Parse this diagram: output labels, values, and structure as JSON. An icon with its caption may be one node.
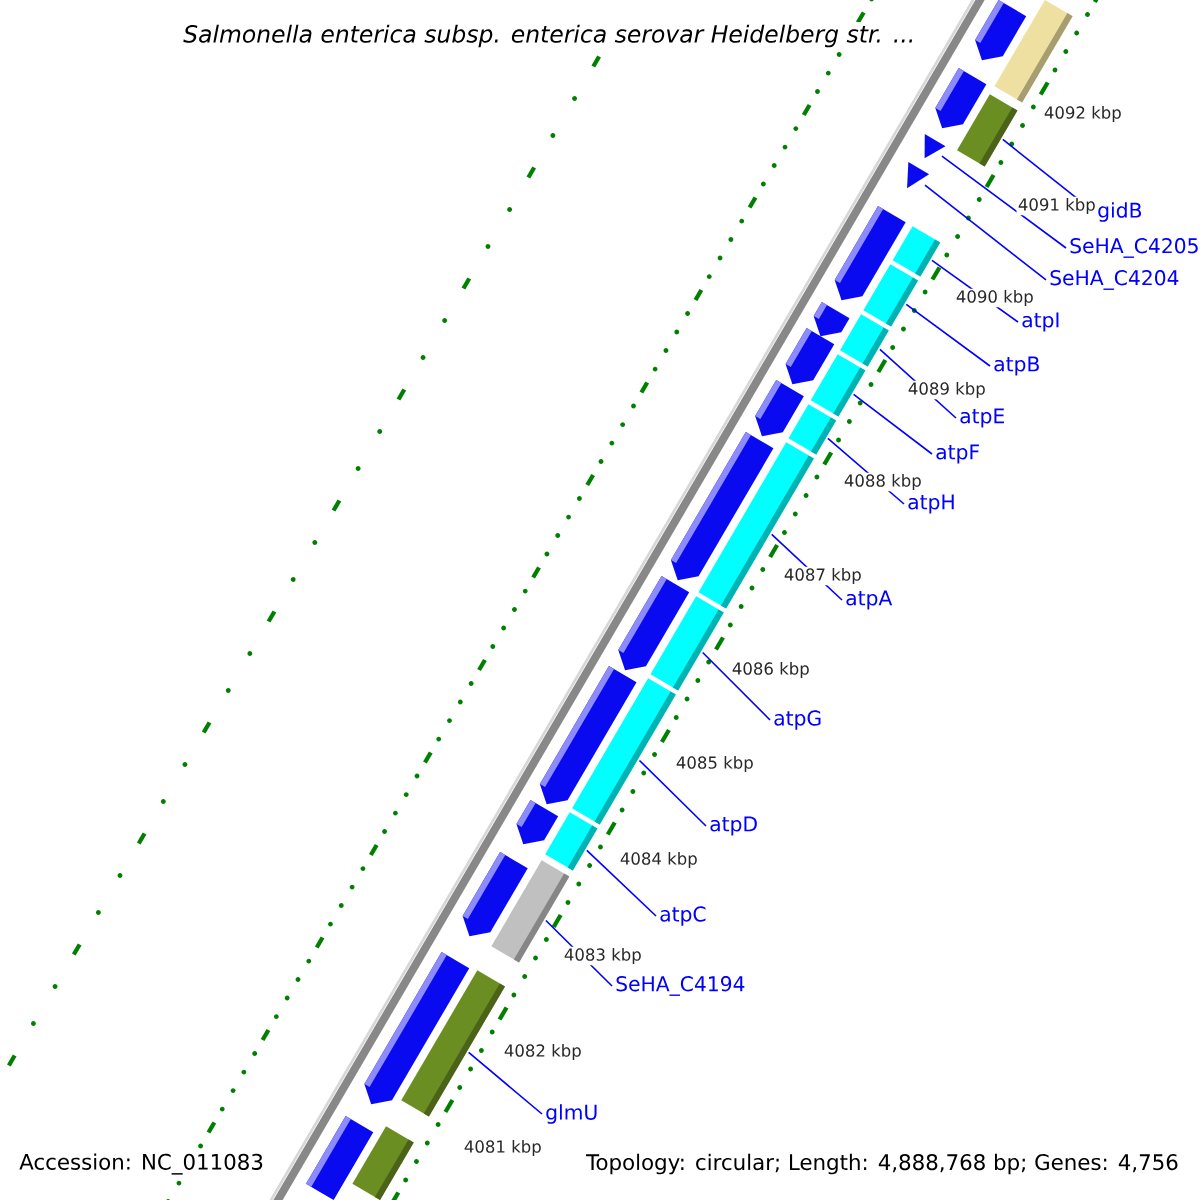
{
  "diagram": {
    "title": "Salmonella enterica subsp. enterica serovar Heidelberg str. ...",
    "nodes": [
      {
        "text": [
          "gidB"
        ]
      },
      {
        "text": [
          "SeHA_C4205"
        ]
      },
      {
        "text": [
          "SeHA_C4204"
        ]
      },
      {
        "text": [
          "atpI"
        ]
      },
      {
        "text": [
          "atpB"
        ]
      },
      {
        "text": [
          "atpE"
        ]
      },
      {
        "text": [
          "atpF"
        ]
      },
      {
        "text": [
          "atpH"
        ]
      },
      {
        "text": [
          "atpA"
        ]
      },
      {
        "text": [
          "atpG"
        ]
      },
      {
        "text": [
          "atpD"
        ]
      },
      {
        "text": [
          "atpC"
        ]
      },
      {
        "text": [
          "SeHA_C4194"
        ]
      },
      {
        "text": [
          "glmU"
        ]
      },
      {
        "text": [],
        "shape": "arrow"
      },
      {
        "text": [],
        "shape": "arrow"
      },
      {
        "text": [],
        "shape": "triangle"
      },
      {
        "text": [],
        "shape": "triangle"
      },
      {
        "text": [],
        "shape": "arrow"
      },
      {
        "text": [],
        "shape": "arrow"
      },
      {
        "text": [],
        "shape": "arrow"
      },
      {
        "text": [],
        "shape": "arrow"
      },
      {
        "text": [],
        "shape": "arrow"
      },
      {
        "text": [],
        "shape": "arrow"
      },
      {
        "text": [],
        "shape": "arrow"
      },
      {
        "text": [],
        "shape": "arrow"
      },
      {
        "text": [],
        "shape": "arrow"
      },
      {
        "text": [],
        "shape": "arrow"
      },
      {
        "text": [],
        "shape": "arrow"
      },
      {
        "text": [],
        "shape": "bar"
      },
      {
        "text": [],
        "shape": "bar"
      },
      {
        "text": [],
        "shape": "bar"
      },
      {
        "text": [],
        "shape": "bar"
      },
      {
        "text": [],
        "shape": "bar"
      },
      {
        "text": [],
        "shape": "bar"
      },
      {
        "text": [],
        "shape": "bar"
      },
      {
        "text": [],
        "shape": "bar"
      },
      {
        "text": [],
        "shape": "bar"
      },
      {
        "text": [],
        "shape": "bar"
      },
      {
        "text": [],
        "shape": "bar"
      },
      {
        "text": [],
        "shape": "bar"
      },
      {
        "text": [],
        "shape": "bar"
      },
      {
        "text": [],
        "shape": "bar"
      }
    ],
    "edges": [
      {
        "from": 0,
        "to": 30,
        "arrow": "none"
      },
      {
        "from": 1,
        "to": 16,
        "arrow": "none"
      },
      {
        "from": 2,
        "to": 17,
        "arrow": "none"
      },
      {
        "from": 3,
        "to": 31,
        "arrow": "none"
      },
      {
        "from": 4,
        "to": 32,
        "arrow": "none"
      },
      {
        "from": 5,
        "to": 33,
        "arrow": "none"
      },
      {
        "from": 6,
        "to": 34,
        "arrow": "none"
      },
      {
        "from": 7,
        "to": 35,
        "arrow": "none"
      },
      {
        "from": 8,
        "to": 36,
        "arrow": "none"
      },
      {
        "from": 9,
        "to": 37,
        "arrow": "none"
      },
      {
        "from": 10,
        "to": 38,
        "arrow": "none"
      },
      {
        "from": 11,
        "to": 39,
        "arrow": "none"
      },
      {
        "from": 12,
        "to": 40,
        "arrow": "none"
      },
      {
        "from": 13,
        "to": 41,
        "arrow": "none"
      }
    ],
    "labels": [
      "4092 kbp",
      "4091 kbp",
      "4090 kbp",
      "4089 kbp",
      "4088 kbp",
      "4087 kbp",
      "4086 kbp",
      "4085 kbp",
      "4084 kbp",
      "4083 kbp",
      "4082 kbp",
      "4081 kbp",
      "Accession: NC_011083",
      "Topology: circular; Length: 4,888,768 bp; Genes: 4,756"
    ]
  }
}
